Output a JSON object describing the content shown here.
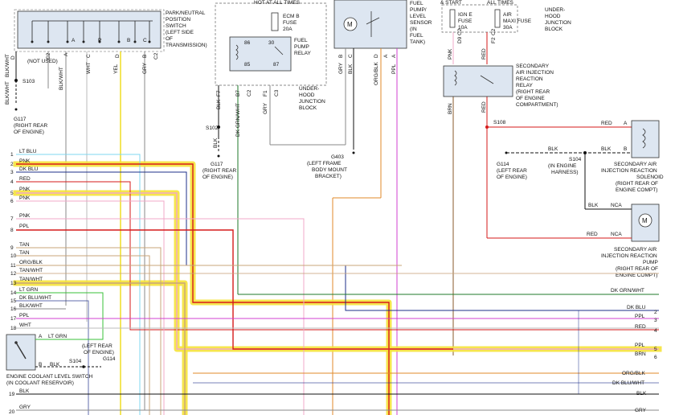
{
  "colors": {
    "lt_blu": "#7fd7f0",
    "pnk": "#f0a8c8",
    "dk_blu": "#1c2f8a",
    "red": "#d61a1a",
    "tan": "#c8a47a",
    "org": "#e08a2a",
    "lt_grn": "#38c038",
    "dk_grn": "#1f7a2a",
    "ppl": "#d040d0",
    "blk": "#111111",
    "gry": "#8a8a8a",
    "yel": "#f0e030",
    "brn": "#8a5a2a",
    "wht": "#cccccc",
    "highlight": "#f5e33a",
    "component_fill": "#dde6f1"
  },
  "components": {
    "pnp_switch": "PARK/NEUTRAL POSITION SWITCH (LEFT SIDE OF TRANSMISSION)",
    "pnp_title": [
      "PARK/NEUTRAL",
      "POSITION",
      "SWITCH",
      "(LEFT SIDE",
      "OF",
      "TRANSMISSION)"
    ],
    "pnp_pins": [
      "A",
      "P",
      "B",
      "C"
    ],
    "hot_at_all_times_1": "HOT AT ALL TIMES",
    "ecm_b_fuse": [
      "ECM B",
      "FUSE",
      "20A"
    ],
    "fuel_pump_relay": [
      "FUEL",
      "PUMP",
      "RELAY"
    ],
    "relay_pins": [
      "86",
      "30",
      "85",
      "87"
    ],
    "underhood_jb_1": [
      "UNDER-",
      "HOOD",
      "JUNCTION",
      "BLOCK"
    ],
    "fuel_level_sensor": [
      "FUEL",
      "PUMP/",
      "LEVEL",
      "SENSOR",
      "(IN",
      "FUEL",
      "TANK)"
    ],
    "start_label": "& START",
    "hot_at_all_times_2": "ALL TIMES",
    "ign_e_fuse": [
      "IGN E",
      "FUSE",
      "10A"
    ],
    "air_maxi_fuse": [
      "AIR",
      "MAXI FUSE",
      "30A"
    ],
    "underhood_jb_2": [
      "UNDER-",
      "HOOD",
      "JUNCTION",
      "BLOCK"
    ],
    "sec_air_relay": [
      "SECONDARY",
      "AIR INJECTION",
      "REACTION",
      "RELAY",
      "(RIGHT REAR",
      "OF ENGINE",
      "COMPARTMENT)"
    ],
    "sec_air_solenoid": [
      "SECONDARY AIR",
      "INJECTION REACTION",
      "SOLENOID",
      "(RIGHT REAR OF",
      "ENGINE COMPT)"
    ],
    "sec_air_pump": [
      "SECONDARY AIR",
      "INJECTION REACTION",
      "PUMP",
      "(RIGHT REAR OF",
      "ENGINE COMPT)"
    ],
    "coolant_switch": [
      "ENGINE COOLANT LEVEL SWITCH",
      "(IN COOLANT RESERVOIR)"
    ]
  },
  "grounds": {
    "g117_a": [
      "G117",
      "(RIGHT REAR",
      "OF ENGINE)"
    ],
    "g117_b": [
      "G117",
      "(RIGHT REAR",
      "OF ENGINE)"
    ],
    "g403": [
      "G403",
      "(LEFT FRAME",
      "BODY MOUNT",
      "BRACKET)"
    ],
    "g114_a": [
      "G114",
      "(LEFT REAR",
      "OF ENGINE)"
    ],
    "g114_b": [
      "(LEFT REAR",
      "OF ENGINE)",
      "G114"
    ],
    "s103": "S103",
    "s102": "S102",
    "s108": "S108",
    "s104": [
      "S104",
      "(IN ENGINE",
      "HARNESS)"
    ],
    "s104b": "S104"
  },
  "top_wires": {
    "pnp_left": [
      "BLK/WHT",
      "D",
      "(NOT USED)",
      "C2",
      "BLK/WHT",
      "A",
      "WHT",
      "C",
      "YEL",
      "D",
      "GRY",
      "B",
      "C2"
    ],
    "relay_wires": [
      "BLK",
      "F7",
      "DK GRN/WHT",
      "B7",
      "C2",
      "GRY",
      "F1",
      "C3"
    ],
    "sensor_wires": [
      "GRY",
      "B",
      "BLK",
      "C",
      "ORG/BLK",
      "D",
      "A",
      "PPL",
      "A"
    ],
    "fuse_wires": [
      "PNK",
      "D9",
      "C2",
      "RED",
      "F2",
      "C2",
      "BRN",
      "RED",
      "BLK",
      "BLK",
      "BLK",
      "BLK",
      "BLK"
    ]
  },
  "left_pins": [
    {
      "num": "1",
      "label": "LT BLU"
    },
    {
      "num": "2",
      "label": "PNK"
    },
    {
      "num": "3",
      "label": "DK BLU"
    },
    {
      "num": "4",
      "label": "RED"
    },
    {
      "num": "5",
      "label": "PNK"
    },
    {
      "num": "6",
      "label": "PNK"
    },
    {
      "num": "7",
      "label": "PNK"
    },
    {
      "num": "8",
      "label": "PPL"
    },
    {
      "num": "9",
      "label": "TAN"
    },
    {
      "num": "10",
      "label": "TAN"
    },
    {
      "num": "11",
      "label": "ORG/BLK"
    },
    {
      "num": "12",
      "label": "TAN/WHT"
    },
    {
      "num": "13",
      "label": "TAN/WHT"
    },
    {
      "num": "14",
      "label": "LT GRN"
    },
    {
      "num": "15",
      "label": "DK BLU/WHT"
    },
    {
      "num": "16",
      "label": "BLK/WHT"
    },
    {
      "num": "17",
      "label": "PPL"
    },
    {
      "num": "18",
      "label": "WHT"
    },
    {
      "num": "19",
      "label": "BLK"
    },
    {
      "num": "20",
      "label": "GRY"
    }
  ],
  "right_pins": [
    {
      "num": "",
      "label": "DK GRN/WHT"
    },
    {
      "num": "2",
      "label": "DK BLU"
    },
    {
      "num": "3",
      "label": "PPL"
    },
    {
      "num": "4",
      "label": "RED"
    },
    {
      "num": "5",
      "label": "PPL"
    },
    {
      "num": "6",
      "label": "BRN"
    },
    {
      "num": "",
      "label": "ORG/BLK"
    },
    {
      "num": "",
      "label": "DK BLU/WHT"
    },
    {
      "num": "",
      "label": "BLK"
    },
    {
      "num": "",
      "label": "GRY"
    }
  ],
  "misc_labels": {
    "a_lt_grn": "A",
    "lt_grn": "LT GRN",
    "b_blk": "B",
    "blk": "BLK",
    "nca": "NCA",
    "a": "A",
    "b": "B"
  }
}
